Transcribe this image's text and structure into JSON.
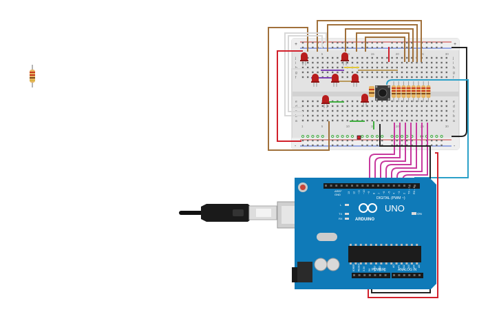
{
  "arduino": {
    "brand": "ARDUINO",
    "model": "UNO",
    "digital_label": "DIGITAL (PWM ~)",
    "power_label": "POWER",
    "analog_label": "ANALOG IN",
    "on_label": "ON",
    "tx_label": "TX",
    "rx_label": "RX",
    "l_label": "L",
    "aref_label": "AREF",
    "gnd_label": "GND",
    "digital_pins": [
      "13",
      "12",
      "~11",
      "~10",
      "~9",
      "8",
      "7",
      "~6",
      "~5",
      "4",
      "~3",
      "2",
      "TX→1",
      "RX←0"
    ],
    "power_pins": [
      "IOREF",
      "RESET",
      "3.3V",
      "5V",
      "GND",
      "GND",
      "Vin"
    ],
    "analog_pins": [
      "A0",
      "A1",
      "A2",
      "A3",
      "A4",
      "A5"
    ]
  },
  "breadboard": {
    "row_letters_top": [
      "j",
      "i",
      "h",
      "g",
      "f"
    ],
    "row_letters_bottom": [
      "e",
      "d",
      "c",
      "b",
      "a"
    ],
    "column_numbers": [
      "1",
      "5",
      "10",
      "15",
      "20",
      "25",
      "30"
    ],
    "rail_plus": "+",
    "rail_minus": "-"
  },
  "colors": {
    "board_blue": "#0f7ab8",
    "led_red": "#b81d1d",
    "wire_brown": "#a0703a",
    "wire_magenta": "#c7399e",
    "wire_red": "#d11f2a",
    "wire_black": "#222222",
    "wire_cyan": "#2aa0c8",
    "wire_green": "#3fae3f",
    "wire_purple": "#7c3fb5",
    "wire_white": "#dddddd"
  }
}
